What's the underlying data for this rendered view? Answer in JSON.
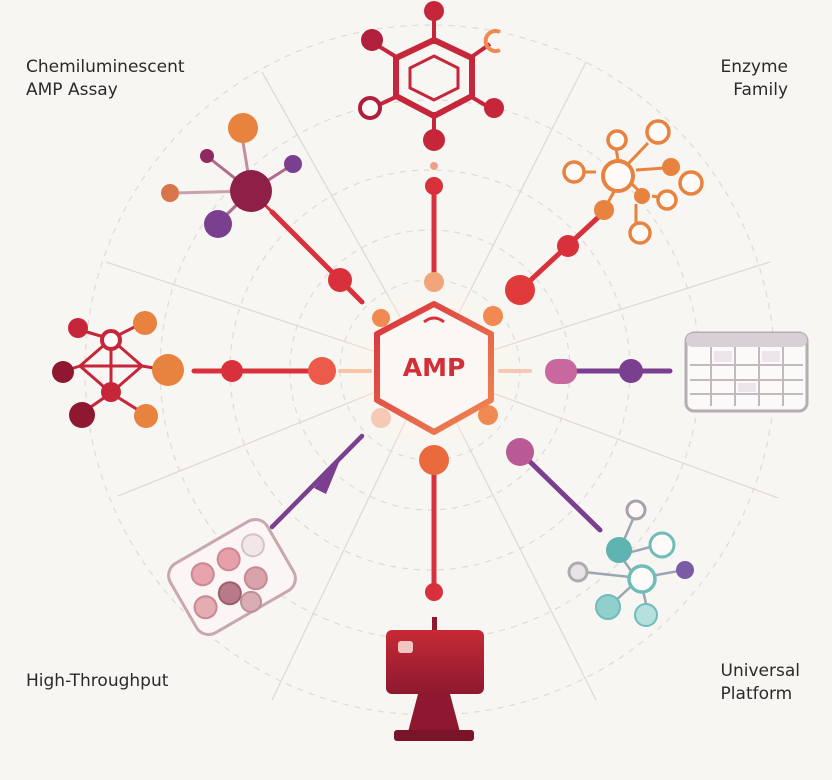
{
  "diagram": {
    "center_label": "AMP",
    "corner_labels": {
      "top_left": "Chemiluminescent\nAMP Assay",
      "top_right": "Enzyme\nFamily",
      "bottom_left": "High-Throughput",
      "bottom_right": "Universal\nPlatform"
    }
  },
  "colors": {
    "red": "#d8313c",
    "dark_red": "#8e1830",
    "maroon": "#7f2448",
    "orange": "#e6834a",
    "purple": "#7a3f8e",
    "pink_purple": "#b95a96",
    "teal": "#5fb3b0",
    "gray_lilac": "#c5b9c8",
    "background": "#f7f6f3"
  },
  "icons": {
    "top": "hexagon-molecule-icon",
    "top_right": "molecule-network-icon",
    "right": "table-grid-icon",
    "bottom_right": "teal-molecule-network-icon",
    "bottom": "monitor-icon",
    "bottom_left": "well-plate-icon",
    "left": "diamond-network-icon",
    "top_left": "node-cluster-icon"
  }
}
